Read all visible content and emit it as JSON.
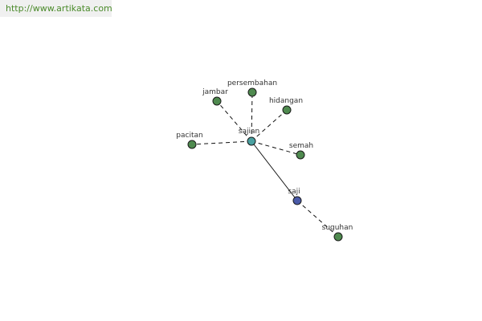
{
  "watermark": {
    "text": "http://www.artikata.com"
  },
  "graph": {
    "colors": {
      "synonym": "#4f8a4f",
      "center": "#4aa0a0",
      "related": "#4a5aa8"
    },
    "nodes": [
      {
        "id": "sajian",
        "label": "sajian",
        "kind": "center"
      },
      {
        "id": "persembahan",
        "label": "persembahan",
        "kind": "synonym"
      },
      {
        "id": "jambar",
        "label": "jambar",
        "kind": "synonym"
      },
      {
        "id": "hidangan",
        "label": "hidangan",
        "kind": "synonym"
      },
      {
        "id": "pacitan",
        "label": "pacitan",
        "kind": "synonym"
      },
      {
        "id": "semah",
        "label": "semah",
        "kind": "synonym"
      },
      {
        "id": "saji",
        "label": "saji",
        "kind": "related"
      },
      {
        "id": "suguhan",
        "label": "suguhan",
        "kind": "synonym"
      }
    ],
    "edges": [
      {
        "from": "sajian",
        "to": "persembahan",
        "style": "dashed"
      },
      {
        "from": "sajian",
        "to": "jambar",
        "style": "dashed"
      },
      {
        "from": "sajian",
        "to": "hidangan",
        "style": "dashed"
      },
      {
        "from": "sajian",
        "to": "pacitan",
        "style": "dashed"
      },
      {
        "from": "sajian",
        "to": "semah",
        "style": "dashed"
      },
      {
        "from": "sajian",
        "to": "saji",
        "style": "solid"
      },
      {
        "from": "saji",
        "to": "suguhan",
        "style": "dashed"
      }
    ]
  }
}
